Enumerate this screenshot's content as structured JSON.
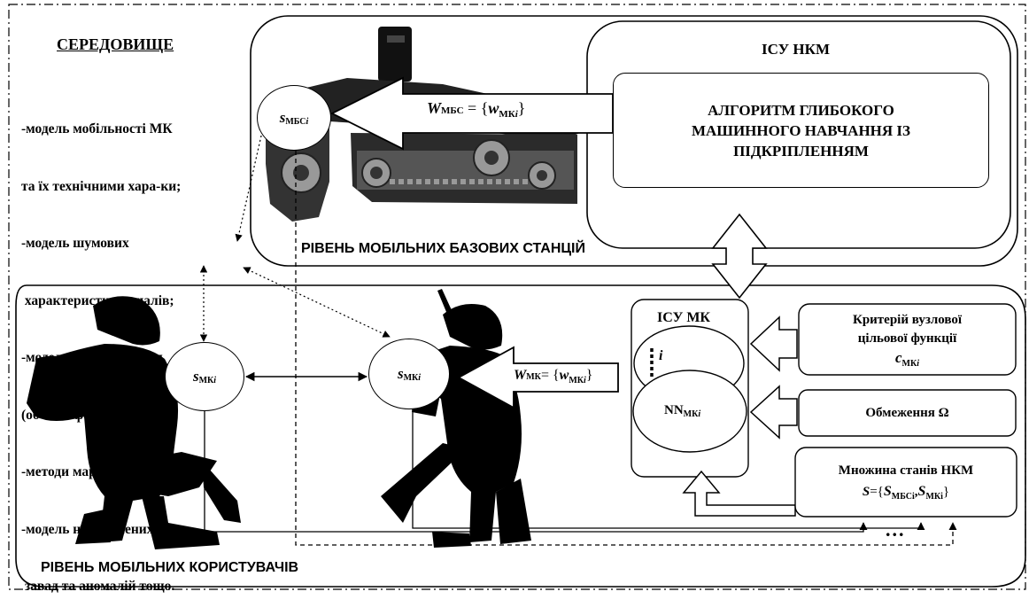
{
  "environment": {
    "title": "СЕРЕДОВИЩЕ",
    "items": [
      "-модель мобільності МК",
      "та їх технічними хара-ки;",
      "-модель шумових",
      " характеристик каналів;",
      "-модель навантаження",
      "(об'єм інформації);",
      "-методи маршрутизації;",
      "-модель направлених",
      " завад та аномалій тощо."
    ]
  },
  "base_level": {
    "label": "РІВЕНЬ МОБІЛЬНИХ БАЗОВИХ СТАНЦІЙ",
    "isu_nkm_title": "ІСУ НКМ",
    "algorithm_text": [
      "АЛГОРИТМ ГЛИБОКОГО",
      "МАШИННОГО НАВЧАННЯ ІЗ",
      "ПІДКРІПЛЕННЯМ"
    ],
    "state_node": {
      "main": "s",
      "sub": "МБС",
      "idx": "i"
    },
    "weights_label": {
      "W": "W",
      "wsub": "МБС",
      "eq": " = {",
      "w": "w",
      "sub": "МК",
      "idx": "i",
      "close": "}"
    }
  },
  "user_level": {
    "label": "РІВЕНЬ МОБІЛЬНИХ КОРИСТУВАЧІВ",
    "state_node_1": {
      "main": "s",
      "sub": "МК",
      "idx": "i"
    },
    "state_node_2": {
      "main": "s",
      "sub": "МК",
      "idx": "i"
    },
    "weights_label": {
      "W": "W",
      "wsub": "МК",
      "eq": "= {",
      "w": "w",
      "sub": "МК",
      "idx": "i",
      "close": "}"
    },
    "isu_mk_title": "ІСУ МК",
    "neuron_index": "i",
    "nn_label": {
      "main": "NN",
      "sub": "МК",
      "idx": "i"
    },
    "ellipsis": "..."
  },
  "criterion_box": {
    "line1": "Критерій вузлової",
    "line2": "цільової функції",
    "c": "c",
    "sub": "МК",
    "idx": "i"
  },
  "constraints_box": {
    "text": "Обмеження Ω"
  },
  "states_box": {
    "line1": "Множина станів НКМ",
    "s": "S",
    "eq": "={",
    "s1": "S",
    "s1sub": "МБСi",
    "comma": ",",
    "s2": "S",
    "s2sub": "МКi",
    "close": "}"
  },
  "colors": {
    "line": "#000000",
    "background": "#ffffff",
    "silhouette": "#000000",
    "robot_grey": "#6b6b6b"
  }
}
